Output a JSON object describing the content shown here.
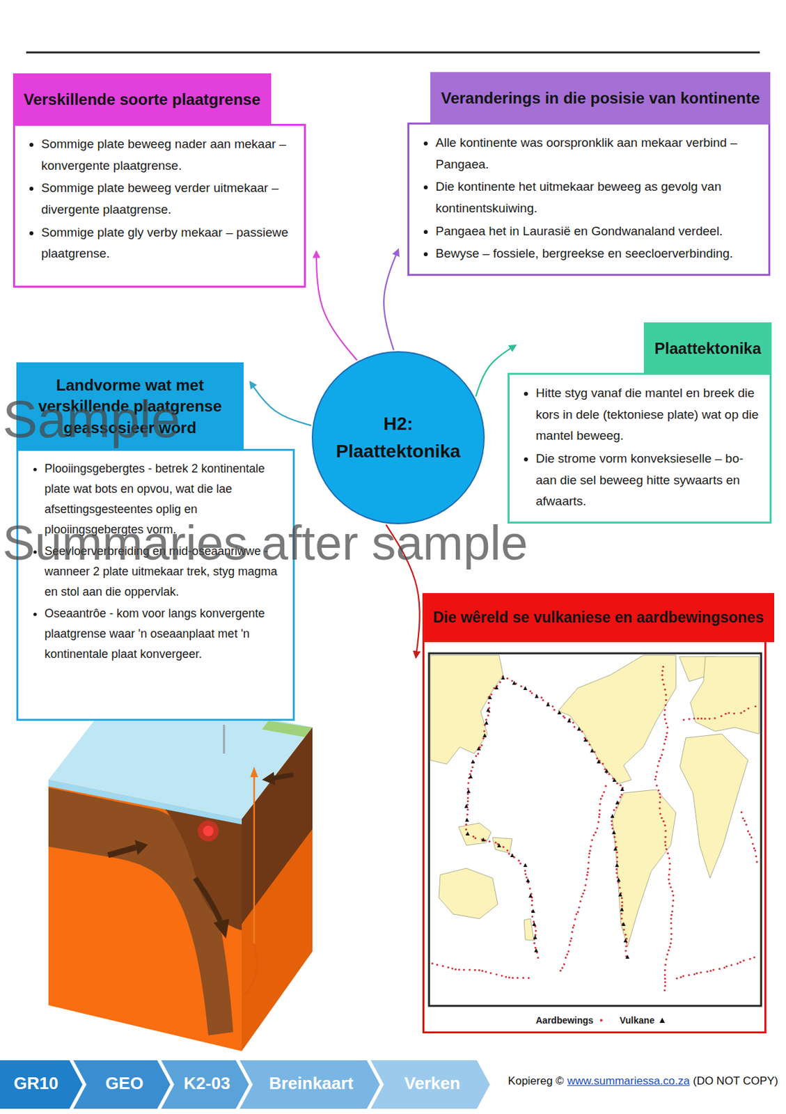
{
  "diagram": {
    "nodes": [
      {
        "text": [
          "Verskillende soorte plaatgrense",
          "Sommige plate beweeg nader aan mekaar – konvergente plaatgrense.",
          "Sommige plate beweeg verder uitmekaar – divergente plaatgrense.",
          "Sommige plate gly verby mekaar – passiewe plaatgrense."
        ]
      },
      {
        "text": [
          "Veranderings in die posisie van kontinente",
          "Alle kontinente was oorspronklik aan mekaar verbind – Pangaea.",
          "Die kontinente het uitmekaar beweeg as gevolg van kontinentskuiwing.",
          "Pangaea het in Laurasië en Gondwanaland verdeel.",
          "Bewyse – fossiele, bergreekse en seecloerverbinding."
        ]
      },
      {
        "text": [
          "H2: Plaattektonika"
        ]
      },
      {
        "text": [
          "Plaattektonika",
          "Hitte styg vanaf die mantel en breek die kors in dele (tektoniese plate) wat op die mantel beweeg.",
          "Die strome vorm konveksieselle – bo-aan die sel beweeg hitte sywaarts en afwaarts."
        ]
      },
      {
        "text": [
          "Landvorme wat met verskillende plaatgrense geassosieer word",
          "Plooiingsgebergtes - betrek 2 kontinentale plate wat bots en opvou, wat die lae afsettingsgesteentes oplig en plooiingsgebergtes vorm.",
          "Seevloerverbreiding en mid-oseaanriwwe - wanneer 2 plate uitmekaar trek, styg magma en stol aan die oppervlak.",
          "Oseaantrôe - kom voor langs konvergente plaatgrense waar 'n oseaanplaat met 'n kontinentale plaat konvergeer."
        ]
      },
      {
        "text": [
          "Die wêreld se vulkaniese en aardbewingsones"
        ]
      }
    ],
    "edges": [
      {
        "from": 2,
        "to": 0,
        "arrow": "to"
      },
      {
        "from": 2,
        "to": 1,
        "arrow": "to"
      },
      {
        "from": 2,
        "to": 3,
        "arrow": "to"
      },
      {
        "from": 2,
        "to": 4,
        "arrow": "to"
      },
      {
        "from": 2,
        "to": 5,
        "arrow": "to"
      }
    ],
    "labels": [
      "Sample",
      "Summaries after sample",
      "GR10",
      "GEO",
      "K2-03",
      "Breinkaart",
      "Verken",
      "Kopiereg ©",
      "www.summariessa.co.za",
      "(DO NOT COPY)"
    ],
    "legend": [
      {
        "text": "Aardbewings"
      },
      {
        "text": "Vulkane"
      }
    ]
  }
}
